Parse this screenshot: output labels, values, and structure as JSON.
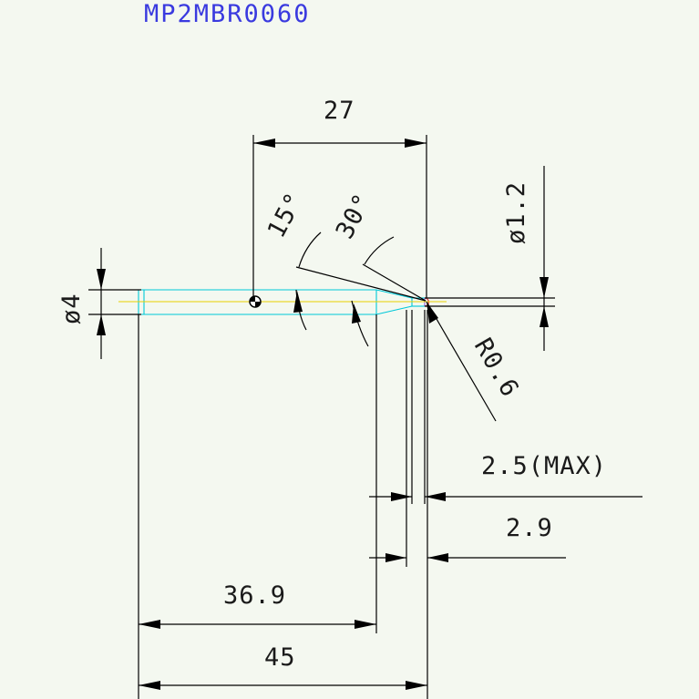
{
  "title": "MP2MBR0060",
  "colors": {
    "background": "#f4f8f0",
    "title": "#3a3adf",
    "outline": "#00c8d8",
    "centerline": "#e8d000",
    "dimension": "#000000"
  },
  "labels": {
    "overall_length": "45",
    "shank_length": "36.9",
    "dim_27": "27",
    "flute_length_max": "2.5(MAX)",
    "neck_length": "2.9",
    "shank_diameter": "ø4",
    "tip_diameter": "ø1.2",
    "ball_radius": "R0.6",
    "angle_15": "15°",
    "angle_30": "30°"
  }
}
